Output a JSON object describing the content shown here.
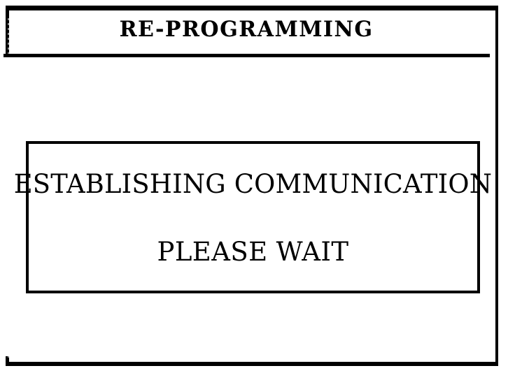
{
  "screen": {
    "kind": "device-status-screen",
    "title": "RE-PROGRAMMING",
    "colors": {
      "background": "#ffffff",
      "foreground": "#000000",
      "border": "#000000"
    }
  },
  "title_bar": {
    "label": "RE-PROGRAMMING"
  },
  "message_box": {
    "primary_line": "ESTABLISHING COMMUNICATION",
    "secondary_line": "PLEASE WAIT"
  }
}
